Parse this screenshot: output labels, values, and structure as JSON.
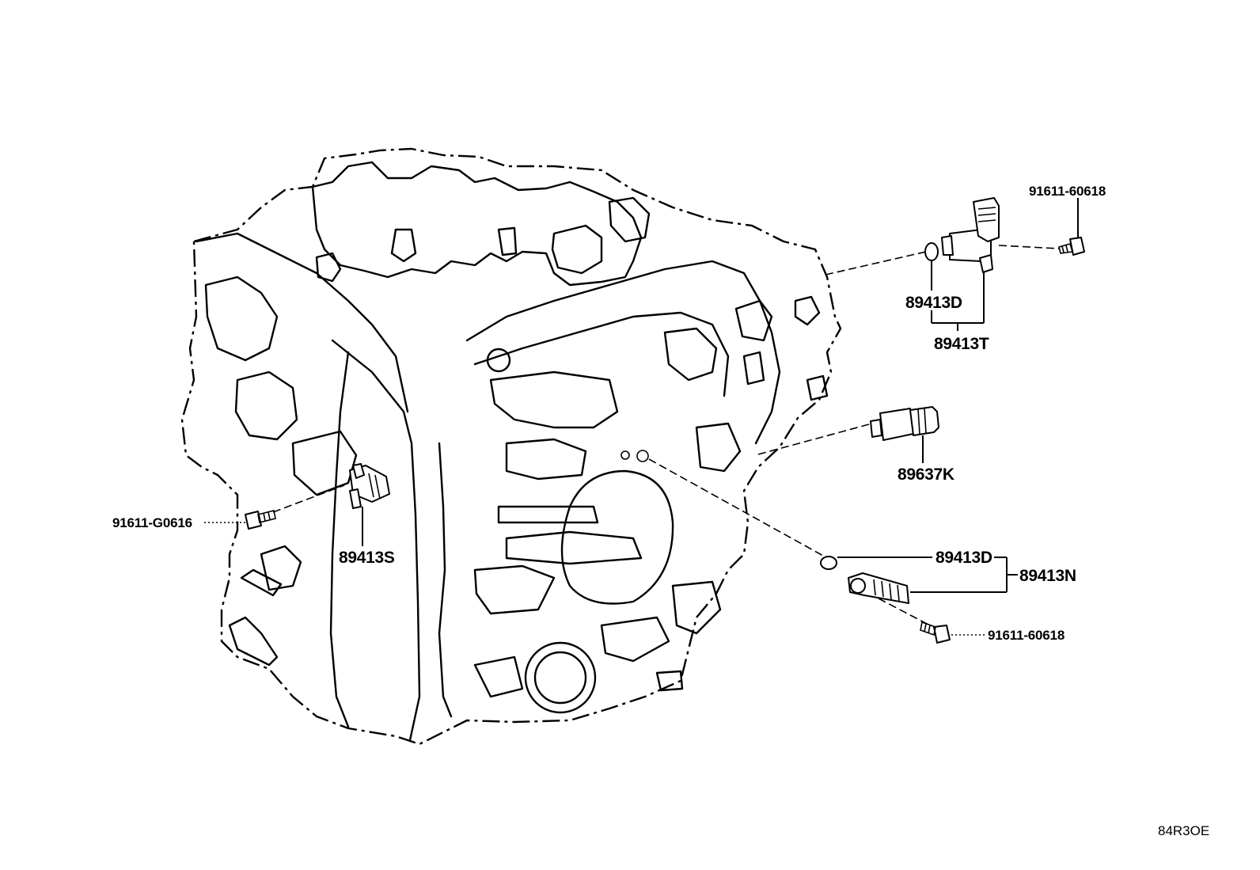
{
  "labels": {
    "bolt_top_right": "91611-60618",
    "oring_top": "89413D",
    "sensor_top_assy": "89413T",
    "pressure_switch": "89637K",
    "bolt_left": "91611-G0616",
    "sensor_left": "89413S",
    "oring_bottom": "89413D",
    "sensor_bottom_assy": "89413N",
    "bolt_bottom_right": "91611-60618"
  },
  "diagram_code": "84R3OE"
}
